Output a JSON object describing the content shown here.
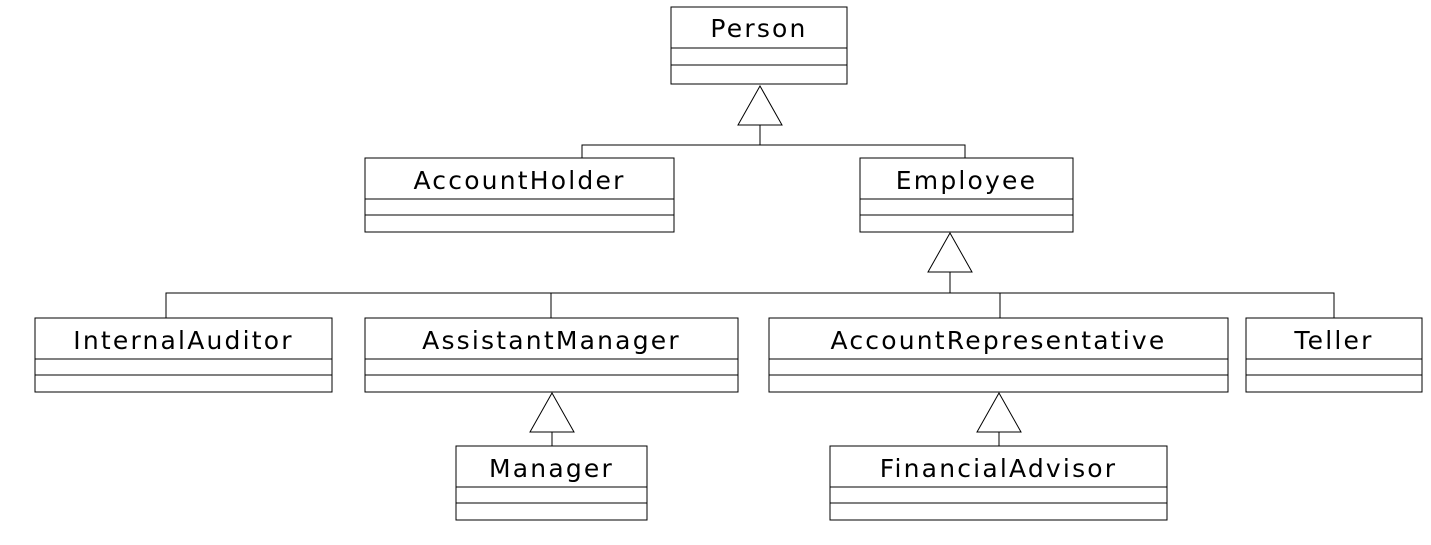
{
  "diagram": {
    "type": "uml-class-diagram",
    "relationship": "generalization",
    "classes": {
      "person": {
        "name": "Person"
      },
      "accountholder": {
        "name": "AccountHolder"
      },
      "employee": {
        "name": "Employee"
      },
      "internalauditor": {
        "name": "InternalAuditor"
      },
      "assistantmanager": {
        "name": "AssistantManager"
      },
      "accountrepresentative": {
        "name": "AccountRepresentative"
      },
      "teller": {
        "name": "Teller"
      },
      "manager": {
        "name": "Manager"
      },
      "financialadvisor": {
        "name": "FinancialAdvisor"
      }
    },
    "inheritance": [
      {
        "parent": "person",
        "children": [
          "accountholder",
          "employee"
        ]
      },
      {
        "parent": "employee",
        "children": [
          "internalauditor",
          "assistantmanager",
          "accountrepresentative",
          "teller"
        ]
      },
      {
        "parent": "assistantmanager",
        "children": [
          "manager"
        ]
      },
      {
        "parent": "accountrepresentative",
        "children": [
          "financialadvisor"
        ]
      }
    ]
  }
}
